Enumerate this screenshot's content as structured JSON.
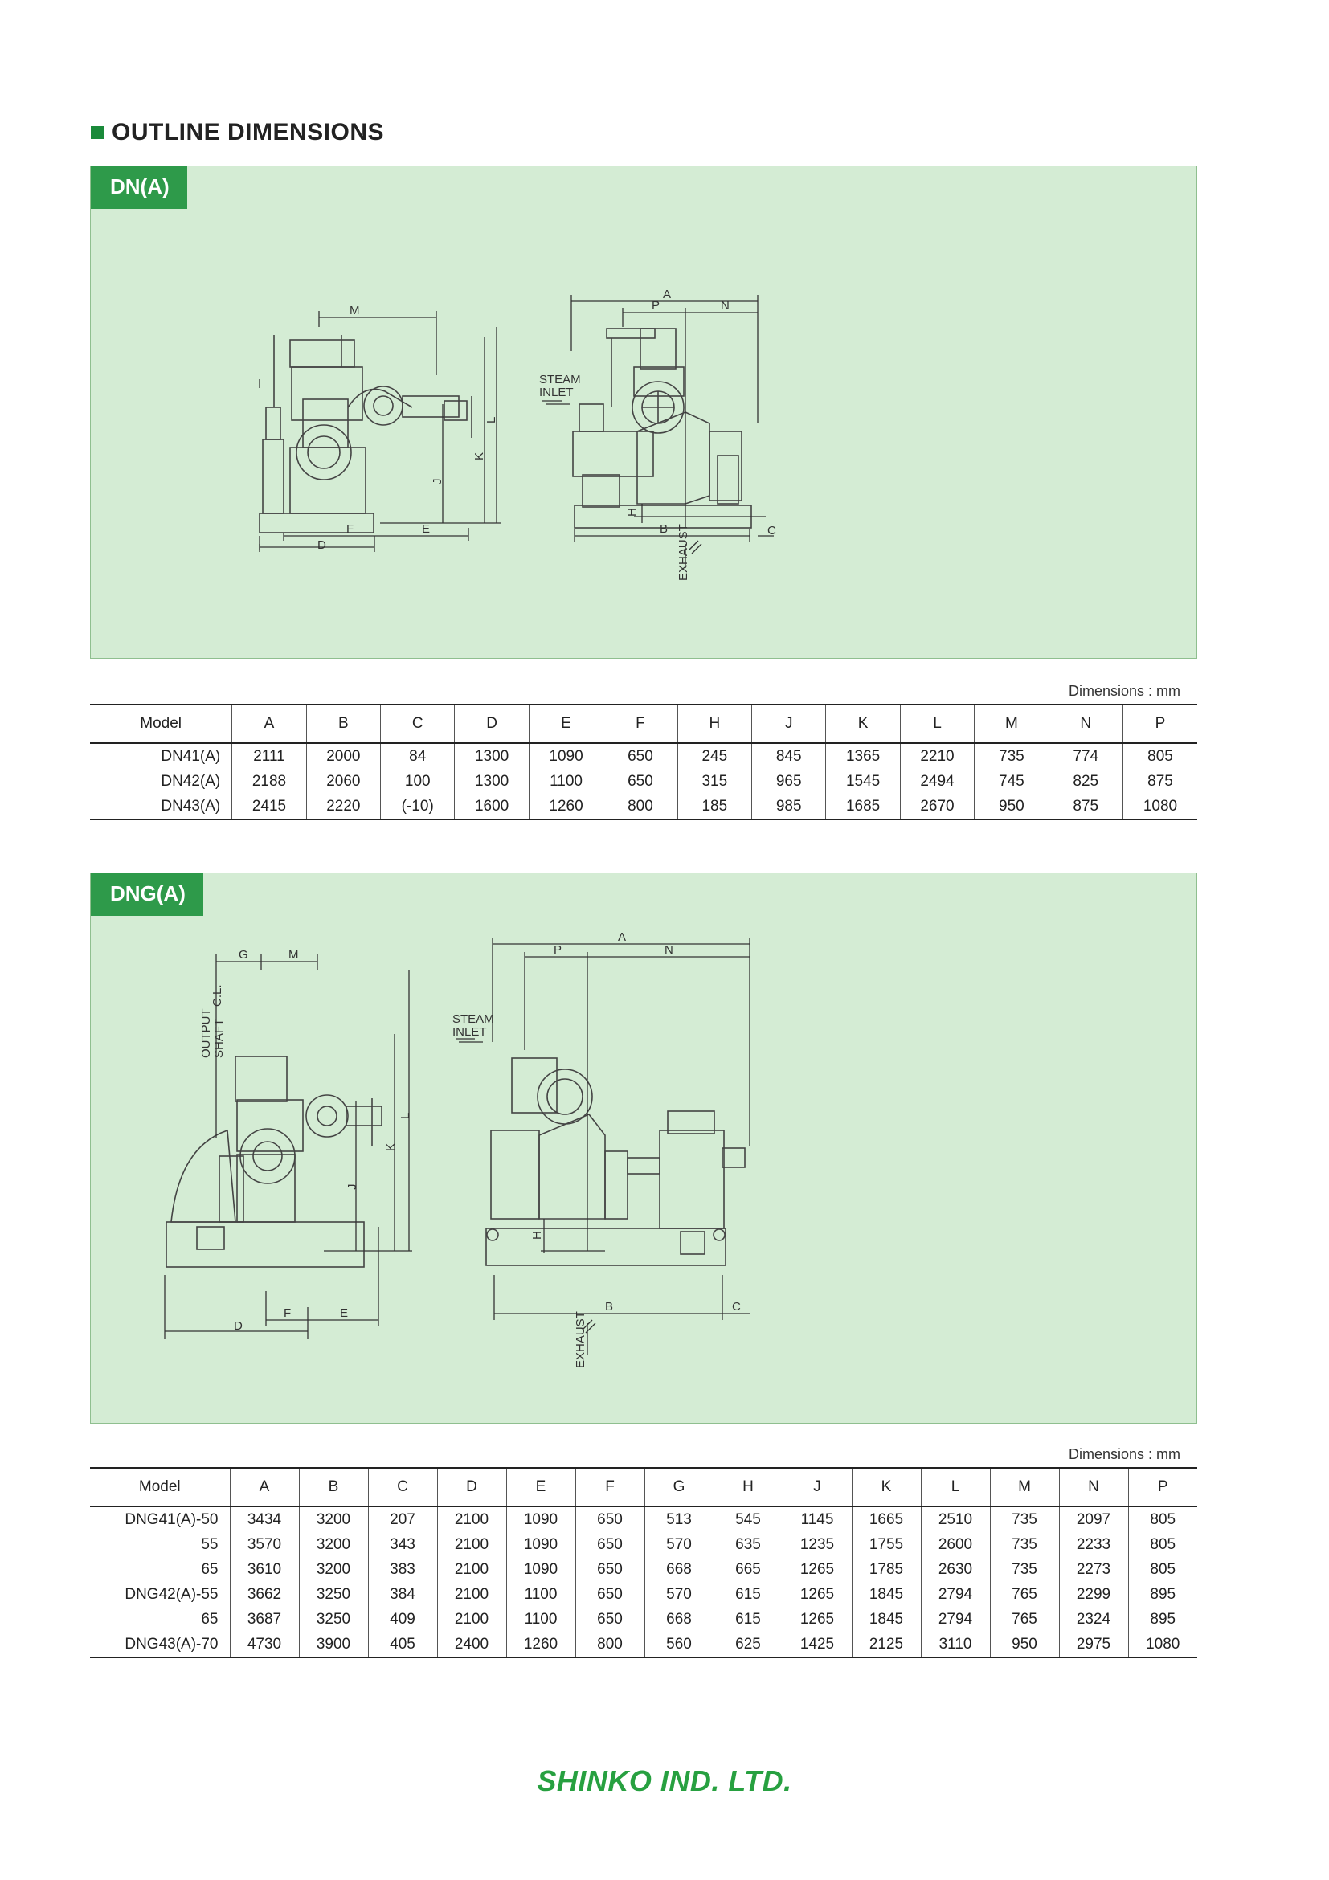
{
  "heading": "OUTLINE DIMENSIONS",
  "dn": {
    "tab": "DN(A)",
    "labels": {
      "steam_inlet_1": "STEAM",
      "steam_inlet_2": "INLET",
      "exhaust": "EXHAUST",
      "A": "A",
      "B": "B",
      "C": "C",
      "D": "D",
      "E": "E",
      "F": "F",
      "H": "H",
      "J": "J",
      "K": "K",
      "L": "L",
      "M": "M",
      "N": "N",
      "P": "P"
    },
    "dimensions_note": "Dimensions : mm",
    "table": {
      "headers": [
        "Model",
        "A",
        "B",
        "C",
        "D",
        "E",
        "F",
        "H",
        "J",
        "K",
        "L",
        "M",
        "N",
        "P"
      ],
      "rows": [
        [
          "DN41(A)",
          "2111",
          "2000",
          "84",
          "1300",
          "1090",
          "650",
          "245",
          "845",
          "1365",
          "2210",
          "735",
          "774",
          "805"
        ],
        [
          "DN42(A)",
          "2188",
          "2060",
          "100",
          "1300",
          "1100",
          "650",
          "315",
          "965",
          "1545",
          "2494",
          "745",
          "825",
          "875"
        ],
        [
          "DN43(A)",
          "2415",
          "2220",
          "(-10)",
          "1600",
          "1260",
          "800",
          "185",
          "985",
          "1685",
          "2670",
          "950",
          "875",
          "1080"
        ]
      ]
    }
  },
  "dng": {
    "tab": "DNG(A)",
    "labels": {
      "output_shaft_1": "OUTPUT",
      "output_shaft_2": "SHAFT",
      "output_shaft_3": "C.L.",
      "steam_inlet_1": "STEAM",
      "steam_inlet_2": "INLET",
      "exhaust": "EXHAUST",
      "A": "A",
      "B": "B",
      "C": "C",
      "D": "D",
      "E": "E",
      "F": "F",
      "G": "G",
      "H": "H",
      "J": "J",
      "K": "K",
      "L": "L",
      "M": "M",
      "N": "N",
      "P": "P"
    },
    "dimensions_note": "Dimensions : mm",
    "table": {
      "headers": [
        "Model",
        "A",
        "B",
        "C",
        "D",
        "E",
        "F",
        "G",
        "H",
        "J",
        "K",
        "L",
        "M",
        "N",
        "P"
      ],
      "rows": [
        [
          "DNG41(A)-50",
          "3434",
          "3200",
          "207",
          "2100",
          "1090",
          "650",
          "513",
          "545",
          "1145",
          "1665",
          "2510",
          "735",
          "2097",
          "805"
        ],
        [
          "55",
          "3570",
          "3200",
          "343",
          "2100",
          "1090",
          "650",
          "570",
          "635",
          "1235",
          "1755",
          "2600",
          "735",
          "2233",
          "805"
        ],
        [
          "65",
          "3610",
          "3200",
          "383",
          "2100",
          "1090",
          "650",
          "668",
          "665",
          "1265",
          "1785",
          "2630",
          "735",
          "2273",
          "805"
        ],
        [
          "DNG42(A)-55",
          "3662",
          "3250",
          "384",
          "2100",
          "1100",
          "650",
          "570",
          "615",
          "1265",
          "1845",
          "2794",
          "765",
          "2299",
          "895"
        ],
        [
          "65",
          "3687",
          "3250",
          "409",
          "2100",
          "1100",
          "650",
          "668",
          "615",
          "1265",
          "1845",
          "2794",
          "765",
          "2324",
          "895"
        ],
        [
          "DNG43(A)-70",
          "4730",
          "3900",
          "405",
          "2400",
          "1260",
          "800",
          "560",
          "625",
          "1425",
          "2125",
          "3110",
          "950",
          "2975",
          "1080"
        ]
      ]
    }
  },
  "footer": "SHINKO IND. LTD."
}
